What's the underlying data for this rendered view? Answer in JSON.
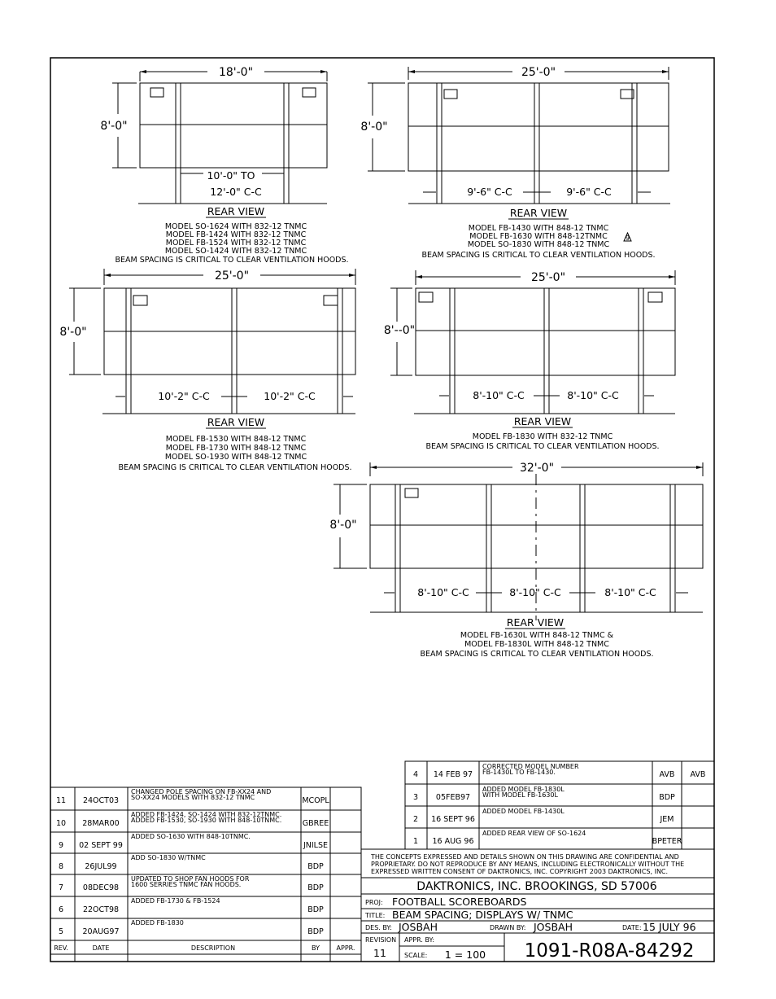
{
  "views": [
    {
      "width": "18'-0\"",
      "height": "8'-0\"",
      "spacing": [
        "10'-0\" TO",
        "12'-0\" C-C"
      ],
      "title": "REAR VIEW",
      "models": [
        "MODEL SO-1624 WITH 832-12 TNMC",
        "MODEL FB-1424 WITH 832-12 TNMC",
        "MODEL FB-1524 WITH 832-12 TNMC",
        "MODEL SO-1424 WITH 832-12 TNMC"
      ],
      "note": "BEAM SPACING IS CRITICAL TO CLEAR VENTILATION HOODS."
    },
    {
      "width": "25'-0\"",
      "height": "8'-0\"",
      "spacing": [
        "9'-6\" C-C",
        "9'-6\" C-C"
      ],
      "title": "REAR VIEW",
      "models": [
        "MODEL FB-1430 WITH 848-12 TNMC",
        "MODEL FB-1630 WITH 848-12TNMC",
        "MODEL SO-1830 WITH 848-12 TNMC"
      ],
      "rev_mark": "9",
      "note": "BEAM SPACING IS CRITICAL TO CLEAR VENTILATION HOODS."
    },
    {
      "width": "25'-0\"",
      "height": "8'-0\"",
      "spacing": [
        "10'-2\" C-C",
        "10'-2\" C-C"
      ],
      "title": "REAR VIEW",
      "models": [
        "MODEL FB-1530 WITH 848-12 TNMC",
        "MODEL FB-1730 WITH 848-12 TNMC",
        "MODEL SO-1930 WITH 848-12 TNMC"
      ],
      "note": "BEAM SPACING IS CRITICAL TO CLEAR VENTILATION HOODS."
    },
    {
      "width": "25'-0\"",
      "height": "8'--0\"",
      "spacing": [
        "8'-10\" C-C",
        "8'-10\" C-C"
      ],
      "title": "REAR VIEW",
      "models": [
        "MODEL FB-1830 WITH 832-12 TNMC"
      ],
      "note": "BEAM SPACING IS CRITICAL TO CLEAR VENTILATION HOODS."
    },
    {
      "width": "32'-0\"",
      "height": "8'-0\"",
      "spacing": [
        "8'-10\" C-C",
        "8'-10\" C-C",
        "8'-10\" C-C"
      ],
      "title": "REAR VIEW",
      "models": [
        "MODEL FB-1630L WITH 848-12 TNMC &",
        "MODEL  FB-1830L WITH 848-12 TNMC"
      ],
      "note": "BEAM SPACING IS CRITICAL TO CLEAR VENTILATION HOODS."
    }
  ],
  "revisions_left": [
    {
      "rev": "11",
      "date": "24OCT03",
      "desc": [
        "CHANGED POLE SPACING ON FB-XX24 AND",
        "SO-XX24 MODELS WITH 832-12 TNMC"
      ],
      "by": "MCOPL",
      "appr": ""
    },
    {
      "rev": "10",
      "date": "28MAR00",
      "desc": [
        "ADDED FB-1424, SO-1424 WITH 832-12TNMC.",
        "ADDED FB-1530, SO-1930 WITH 848-10TNMC."
      ],
      "by": "GBREE",
      "appr": ""
    },
    {
      "rev": "9",
      "date": "02 SEPT 99",
      "desc": [
        "ADDED SO-1630 WITH 848-10TNMC."
      ],
      "by": "JNILSE",
      "appr": ""
    },
    {
      "rev": "8",
      "date": "26JUL99",
      "desc": [
        "ADD SO-1830 W/TNMC"
      ],
      "by": "BDP",
      "appr": ""
    },
    {
      "rev": "7",
      "date": "08DEC98",
      "desc": [
        "UPDATED TO SHOP FAN HOODS FOR",
        "1600 SERRIES TNMC FAN HOODS."
      ],
      "by": "BDP",
      "appr": ""
    },
    {
      "rev": "6",
      "date": "22OCT98",
      "desc": [
        "ADDED FB-1730 & FB-1524"
      ],
      "by": "BDP",
      "appr": ""
    },
    {
      "rev": "5",
      "date": "20AUG97",
      "desc": [
        "ADDED FB-1830"
      ],
      "by": "BDP",
      "appr": ""
    }
  ],
  "revision_headers": {
    "rev": "REV.",
    "date": "DATE",
    "desc": "DESCRIPTION",
    "by": "BY",
    "appr": "APPR."
  },
  "revisions_right": [
    {
      "rev": "4",
      "date": "14 FEB 97",
      "desc": [
        "CORRECTED MODEL NUMBER",
        "FB-1430L TO FB-1430."
      ],
      "by": "AVB",
      "appr": "AVB"
    },
    {
      "rev": "3",
      "date": "05FEB97",
      "desc": [
        "ADDED MODEL FB-1830L",
        "WITH MODEL FB-1630L"
      ],
      "by": "BDP",
      "appr": ""
    },
    {
      "rev": "2",
      "date": "16 SEPT 96",
      "desc": [
        "ADDED MODEL FB-1430L"
      ],
      "by": "JEM",
      "appr": ""
    },
    {
      "rev": "1",
      "date": "16 AUG 96",
      "desc": [
        "ADDED REAR VIEW OF SO-1624"
      ],
      "by": "BPETER",
      "appr": ""
    }
  ],
  "title_block": {
    "confidential": [
      "THE CONCEPTS  EXPRESSED  AND  DETAILS SHOWN ON THIS DRAWING ARE CONFIDENTIAL AND",
      "PROPRIETARY.  DO NOT REPRODUCE BY ANY MEANS, INCLUDING ELECTRONICALLY WITHOUT THE",
      "EXPRESSED WRITTEN CONSENT OF DAKTRONICS, INC.           COPYRIGHT 2003 DAKTRONICS, INC."
    ],
    "company": "DAKTRONICS,  INC.    BROOKINGS,  SD  57006",
    "proj_label": "PROJ:",
    "proj": "FOOTBALL  SCOREBOARDS",
    "title_label": "TITLE:",
    "title": "BEAM  SPACING;  DISPLAYS  W/  TNMC",
    "des_label": "DES. BY:",
    "des": "JOSBAH",
    "drawn_label": "DRAWN  BY:",
    "drawn": "JOSBAH",
    "date_label": "DATE:",
    "date": "15  JULY  96",
    "revision_label": "REVISION",
    "revision": "11",
    "appr_label": "APPR.  BY:",
    "scale_label": "SCALE:",
    "scale": "1  =  100",
    "drawing_no": "1091-R08A-84292"
  }
}
